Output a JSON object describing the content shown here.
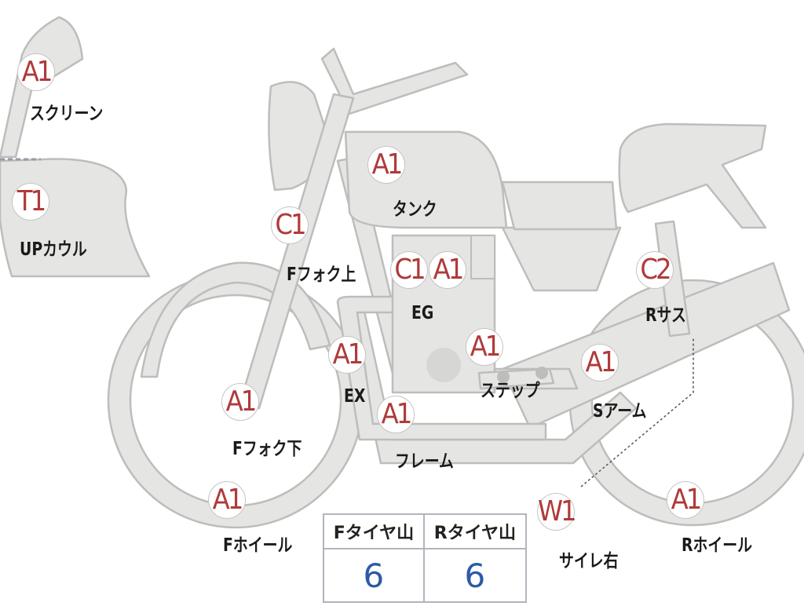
{
  "diagram": {
    "parts": [
      {
        "id": "screen",
        "code": "A1",
        "label": "スクリーン"
      },
      {
        "id": "upcowl",
        "code": "T1",
        "label": "UPカウル"
      },
      {
        "id": "tank",
        "code": "A1",
        "label": "タンク"
      },
      {
        "id": "fork-upper",
        "code": "C1",
        "label": "Fフォク上"
      },
      {
        "id": "engine",
        "codes": [
          "C1",
          "A1"
        ],
        "label": "EG"
      },
      {
        "id": "rear-sus",
        "code": "C2",
        "label": "Rサス"
      },
      {
        "id": "exhaust",
        "code": "A1",
        "label": "EX"
      },
      {
        "id": "step",
        "code": "A1",
        "label": "ステップ"
      },
      {
        "id": "swingarm",
        "code": "A1",
        "label": "Sアーム"
      },
      {
        "id": "fork-lower",
        "code": "A1",
        "label": "Fフォク下"
      },
      {
        "id": "frame",
        "code": "A1",
        "label": "フレーム"
      },
      {
        "id": "front-wheel",
        "code": "A1",
        "label": "Fホイール"
      },
      {
        "id": "silencer-right",
        "code": "W1",
        "label": "サイレ右"
      },
      {
        "id": "rear-wheel",
        "code": "A1",
        "label": "Rホイール"
      }
    ],
    "tire_table": {
      "headers": [
        "Fタイヤ山",
        "Rタイヤ山"
      ],
      "values": [
        "6",
        "6"
      ]
    },
    "colors": {
      "part_fill": "#e5e5e3",
      "part_stroke": "#bdbdbb",
      "code_text": "#b03a3a",
      "tire_value": "#2d5aa6"
    }
  }
}
